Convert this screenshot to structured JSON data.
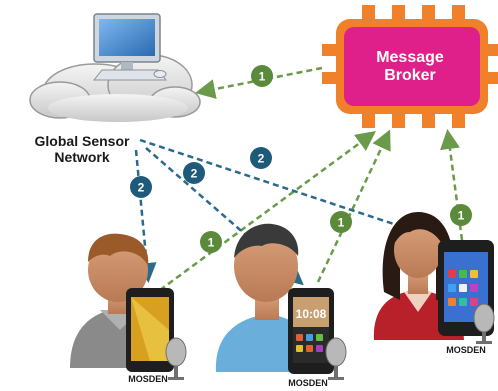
{
  "broker": {
    "line1": "Message",
    "line2": "Broker"
  },
  "network": {
    "line1": "Global Sensor",
    "line2": "Network"
  },
  "devices": [
    {
      "label": "MOSDEN",
      "screen_time": ""
    },
    {
      "label": "MOSDEN",
      "screen_time": "10:08"
    },
    {
      "label": "MOSDEN",
      "screen_time": ""
    }
  ],
  "badges": {
    "green": "1",
    "blue": "2"
  },
  "colors": {
    "broker_fill": "#f0802a",
    "broker_inner": "#e0208a",
    "green_badge": "#5a8a3a",
    "blue_badge": "#1f5a7a",
    "green_arrow": "#6a9a4a",
    "blue_arrow": "#2a6a8a"
  }
}
